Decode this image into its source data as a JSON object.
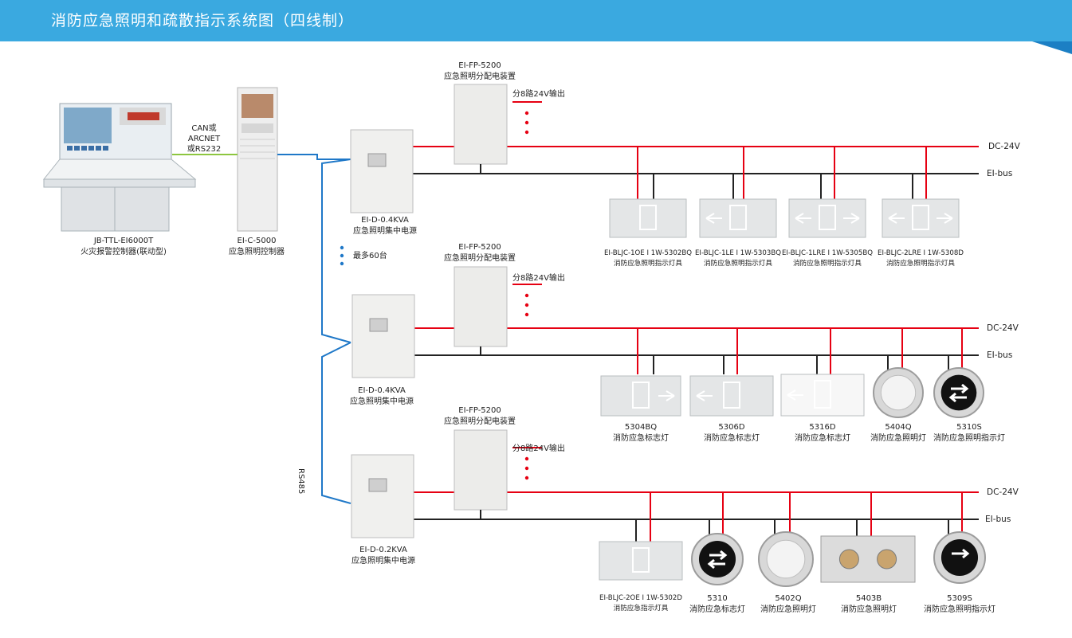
{
  "header": {
    "title": "消防应急照明和疏散指示系统图（四线制）"
  },
  "colors": {
    "header": "#3aa9e0",
    "dc_line": "#e60012",
    "bus_line": "#222222",
    "link_line": "#1f78c8",
    "can_line": "#8dc63f"
  },
  "controllers": {
    "fire_panel": {
      "model": "JB-TTL-EI6000T",
      "name": "火灾报警控制器(联动型)"
    },
    "link": {
      "line1": "CAN或",
      "line2": "ARCNET",
      "line3": "或RS232"
    },
    "ec_controller": {
      "model": "EI-C-5000",
      "name": "应急照明控制器"
    }
  },
  "notes": {
    "max_units": "最多60台",
    "rs485": "RS485"
  },
  "groups": [
    {
      "psu": {
        "model": "EI-D-0.4KVA",
        "name": "应急照明集中电源"
      },
      "fp": {
        "model": "EI-FP-5200",
        "name": "应急照明分配电装置",
        "output": "分8路24V输出"
      },
      "dc_label": "DC-24V",
      "bus_label": "EI-bus",
      "devices": [
        {
          "model": "EI-BLJC-1OE I 1W-5302BQ",
          "name": "消防应急照明指示灯具",
          "icon": "exit-sign-icon"
        },
        {
          "model": "EI-BLJC-1LE I 1W-5303BQ",
          "name": "消防应急照明指示灯具",
          "icon": "exit-sign-left-icon"
        },
        {
          "model": "EI-BLJC-1LRE I 1W-5305BQ",
          "name": "消防应急照明指示灯具",
          "icon": "exit-sign-both-icon"
        },
        {
          "model": "EI-BLJC-2LRE I 1W-5308D",
          "name": "消防应急照明指示灯具",
          "icon": "exit-sign-both-icon"
        }
      ]
    },
    {
      "psu": {
        "model": "EI-D-0.4KVA",
        "name": "应急照明集中电源"
      },
      "fp": {
        "model": "EI-FP-5200",
        "name": "应急照明分配电装置",
        "output": "分8路24V输出"
      },
      "dc_label": "DC-24V",
      "bus_label": "EI-bus",
      "devices": [
        {
          "model": "5304BQ",
          "name": "消防应急标志灯",
          "icon": "exit-sign-right-icon"
        },
        {
          "model": "5306D",
          "name": "消防应急标志灯",
          "icon": "exit-sign-left-icon"
        },
        {
          "model": "5316D",
          "name": "消防应急标志灯",
          "icon": "exit-sign-hanging-icon"
        },
        {
          "model": "5404Q",
          "name": "消防应急照明灯",
          "icon": "round-lamp-icon"
        },
        {
          "model": "5310S",
          "name": "消防应急照明指示灯",
          "icon": "round-arrows-icon"
        }
      ]
    },
    {
      "psu": {
        "model": "EI-D-0.2KVA",
        "name": "应急照明集中电源"
      },
      "fp": {
        "model": "EI-FP-5200",
        "name": "应急照明分配电装置",
        "output": "分8路24V输出"
      },
      "dc_label": "DC-24V",
      "bus_label": "EI-bus",
      "devices": [
        {
          "model": "EI-BLJC-2OE I 1W-5302D",
          "name": "消防应急指示灯具",
          "icon": "exit-sign-icon"
        },
        {
          "model": "5310",
          "name": "消防应急标志灯",
          "icon": "round-arrows-icon"
        },
        {
          "model": "5402Q",
          "name": "消防应急照明灯",
          "icon": "round-lamp-icon"
        },
        {
          "model": "5403B",
          "name": "消防应急照明灯",
          "icon": "twin-lamp-icon"
        },
        {
          "model": "5309S",
          "name": "消防应急照明指示灯",
          "icon": "round-arrow-left-icon"
        }
      ]
    }
  ]
}
